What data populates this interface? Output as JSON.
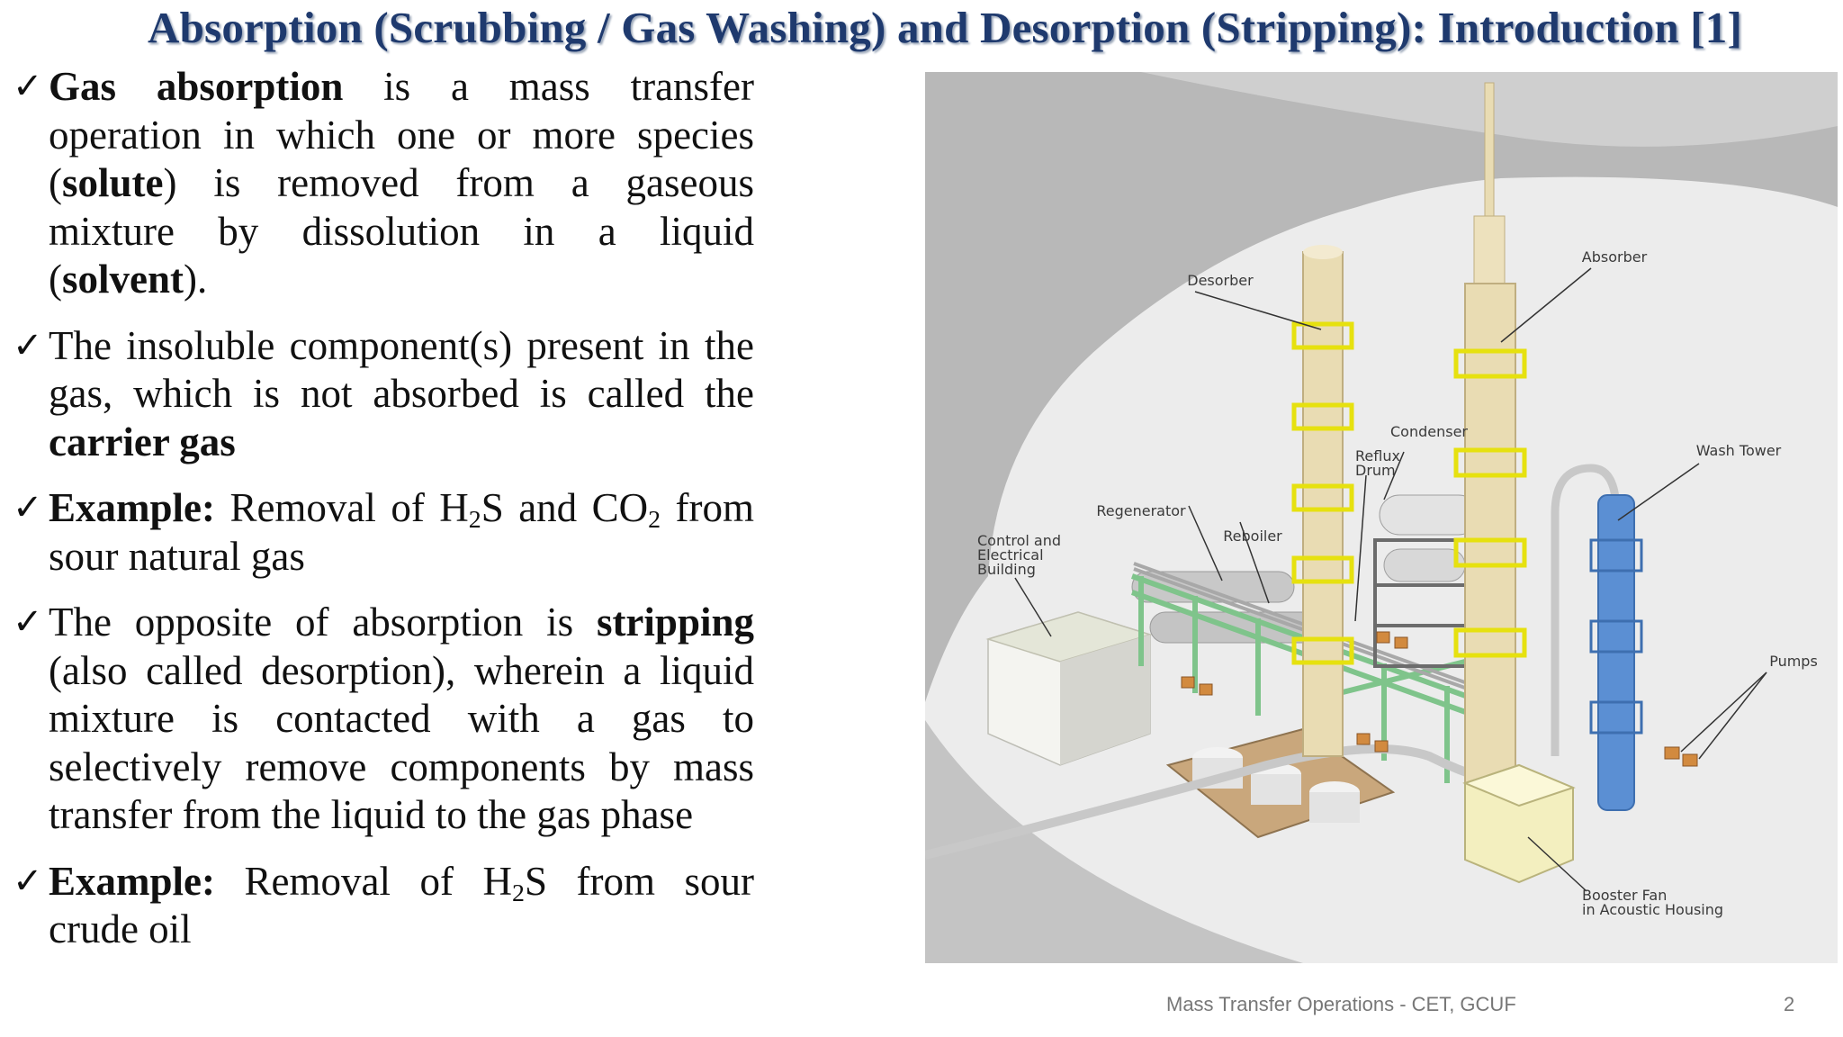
{
  "slide": {
    "title": "Absorption (Scrubbing / Gas Washing) and Desorption (Stripping): Introduction [1]"
  },
  "bullets": {
    "check_glyph": "✓",
    "b1": {
      "t1": "Gas absorption",
      "t2": " is a mass transfer operation in which one or more species (",
      "t3": "solute",
      "t4": ") is removed from a gaseous mixture by dissolution in a liquid (",
      "t5": "solvent",
      "t6": ")."
    },
    "b2": {
      "t1": "The insoluble component(s) present in the gas, which is not absorbed is called the ",
      "t2": "carrier gas"
    },
    "b3": {
      "t1": "Example:",
      "t2": " Removal of H",
      "sub1": "2",
      "t3": "S and CO",
      "sub2": "2",
      "t4": " from sour natural gas"
    },
    "b4": {
      "t1": "The opposite of absorption is ",
      "t2": "stripping",
      "t3": " (also called desorption), wherein a liquid mixture is contacted with a gas to selectively remove components by mass transfer from the liquid to the gas phase"
    },
    "b5": {
      "t1": "Example:",
      "t2": " Removal of H",
      "sub1": "2",
      "t3": "S from sour crude oil"
    }
  },
  "figure": {
    "labels": {
      "desorber": "Desorber",
      "absorber": "Absorber",
      "condenser": "Condenser",
      "reflux_1": "Reflux",
      "reflux_2": "Drum",
      "wash_tower": "Wash Tower",
      "regenerator": "Regenerator",
      "reboiler": "Reboiler",
      "control_1": "Control and",
      "control_2": "Electrical",
      "control_3": "Building",
      "pumps": "Pumps",
      "booster_1": "Booster Fan",
      "booster_2": "in Acoustic Housing"
    },
    "colors": {
      "ground": "#b9b9b9",
      "pad": "#ececec",
      "tower": "#e9dcb3",
      "platform": "#e6e10f",
      "wash_tower": "#5b8fd3",
      "frame": "#7fc48b"
    }
  },
  "footer": {
    "text": "Mass Transfer Operations - CET, GCUF",
    "page": "2"
  }
}
